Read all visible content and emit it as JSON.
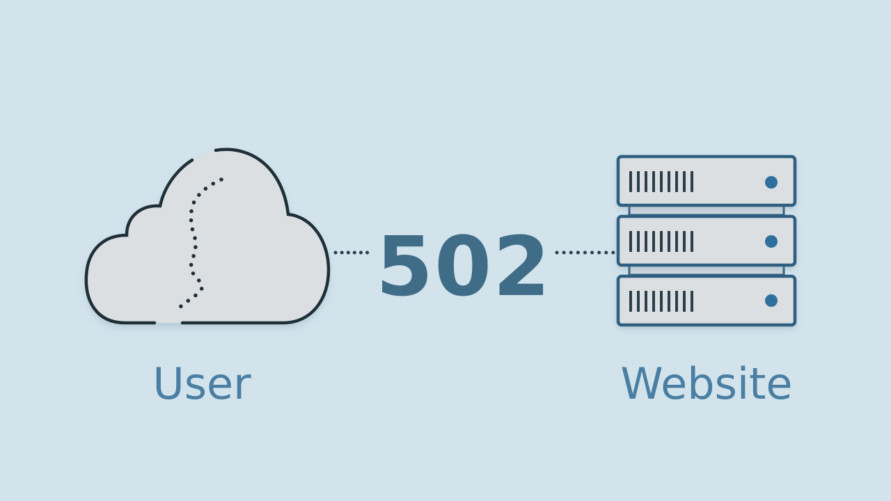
{
  "diagram": {
    "status_code": "502",
    "client_label": "User",
    "server_label": "Website",
    "client_icon": "cloud-icon",
    "server_icon": "server-rack-icon",
    "connector_icon": "dotted-line-icon"
  },
  "colors": {
    "background": "#d2e3ec",
    "code_text": "#3f6c87",
    "label_text": "#4a7fa3",
    "outline_dark": "#1f2f38",
    "outline_blue": "#2f5f80",
    "fill_light": "#dcdfe1",
    "led": "#2e6f9e"
  }
}
